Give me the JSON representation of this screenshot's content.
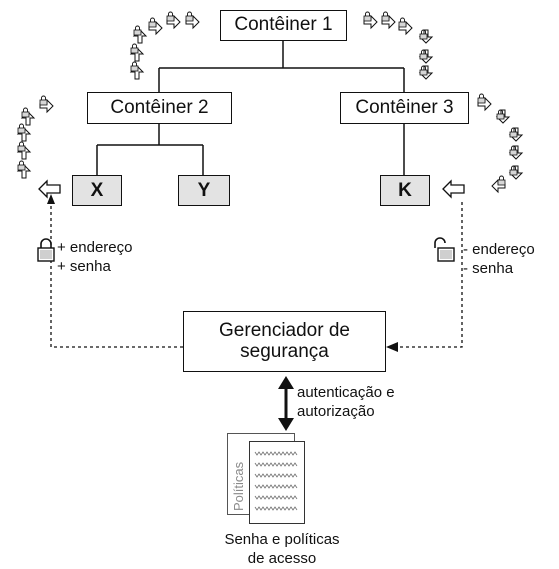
{
  "containers": {
    "c1": "Contêiner 1",
    "c2": "Contêiner 2",
    "c3": "Contêiner 3"
  },
  "leaves": {
    "x": "X",
    "y": "Y",
    "k": "K"
  },
  "left_labels": {
    "line1": "+ endereço",
    "line2": "+ senha"
  },
  "right_labels": {
    "line1": "- endereço",
    "line2": "- senha"
  },
  "manager": {
    "line1": "Gerenciador de",
    "line2": "segurança"
  },
  "auth": {
    "line1": "autenticação e",
    "line2": "autorização"
  },
  "doc": {
    "side": "Políticas"
  },
  "caption": {
    "line1": "Senha e políticas",
    "line2": "de acesso"
  },
  "icons": {
    "packet": "locked-packet-icon",
    "locked": "padlock-closed-icon",
    "unlocked": "padlock-open-icon"
  },
  "colors": {
    "stroke": "#111111",
    "leaf_fill": "#e3e3e3"
  }
}
